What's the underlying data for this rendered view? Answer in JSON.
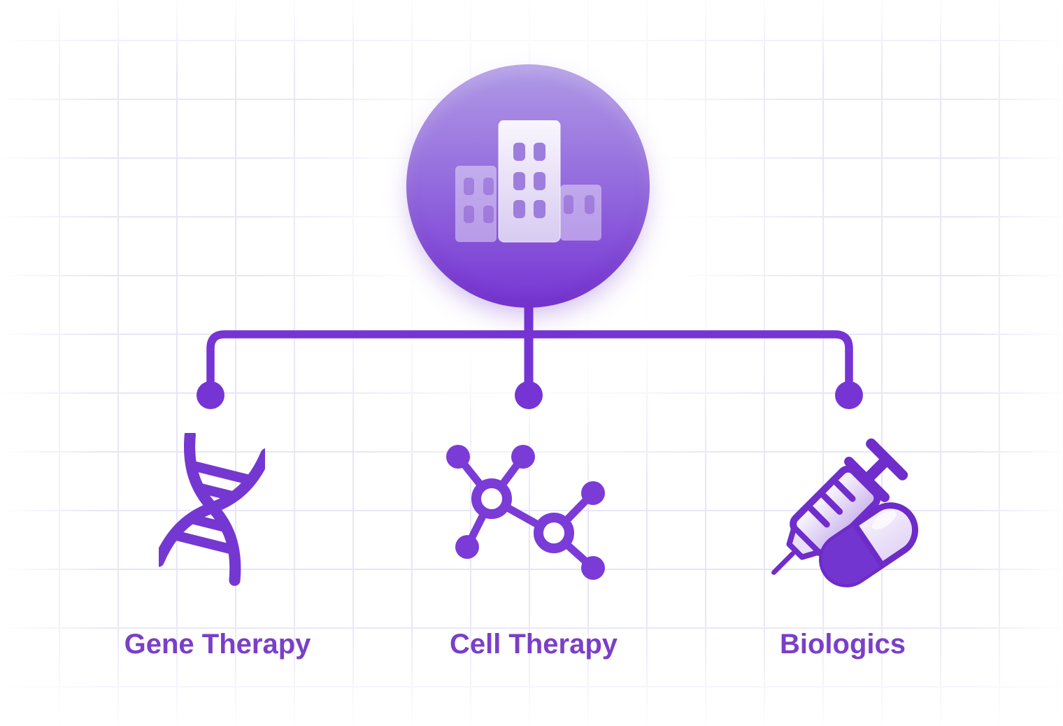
{
  "diagram": {
    "root": {
      "icon": "company-buildings-icon"
    },
    "branches": [
      {
        "id": "gene-therapy",
        "icon": "dna-icon",
        "label": "Gene Therapy"
      },
      {
        "id": "cell-therapy",
        "icon": "molecule-icon",
        "label": "Cell Therapy"
      },
      {
        "id": "biologics",
        "icon": "syringe-pill-icon",
        "label": "Biologics"
      }
    ]
  },
  "colors": {
    "accent": "#7634d4",
    "label_text": "#7a3fc8",
    "circle_gradient_top": "#b09ae6",
    "circle_gradient_bottom": "#7635d3",
    "grid_line": "#e8e5f6",
    "background": "#ffffff"
  }
}
